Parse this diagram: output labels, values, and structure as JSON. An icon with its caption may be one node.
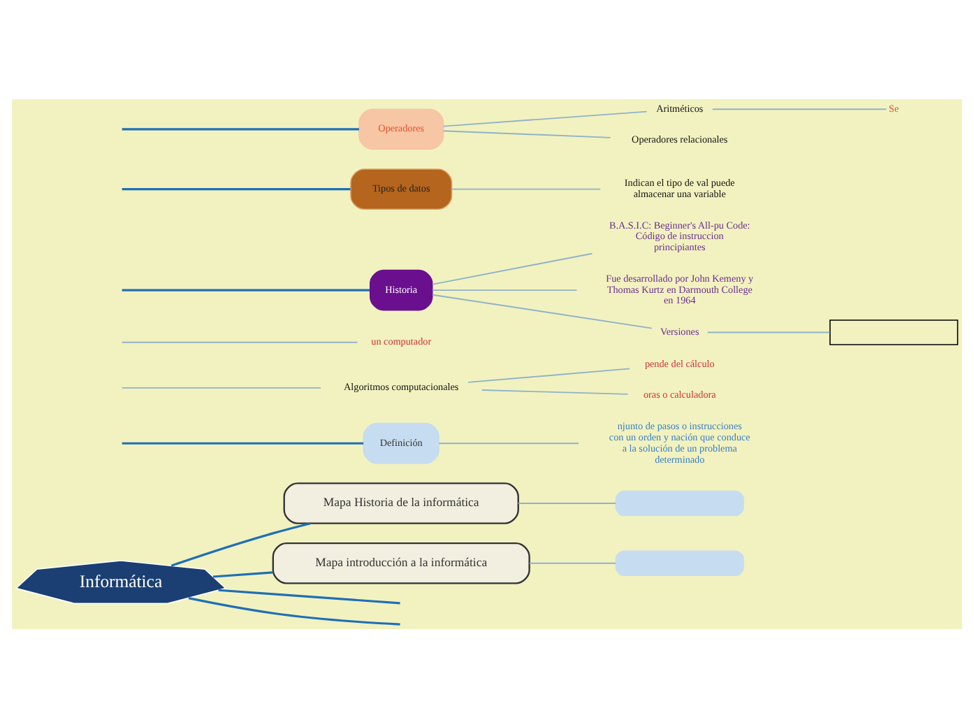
{
  "diagram": {
    "nodes": [
      {
        "text": [
          "Informática"
        ]
      },
      {
        "text": [
          "Mapa Historia de la informática"
        ]
      },
      {
        "text": [],
        "shape": "box"
      },
      {
        "text": [
          "Mapa introducción a la informática"
        ]
      },
      {
        "text": [],
        "shape": "box"
      },
      {
        "text": [
          "Definición"
        ]
      },
      {
        "text": [
          "njunto de pasos o instrucciones con un orden y nación que conduce a la solución de un problema determinado"
        ]
      },
      {
        "text": [
          "Algoritmos computacionales"
        ]
      },
      {
        "text": [
          "pende del cálculo"
        ]
      },
      {
        "text": [
          "oras o calculadora"
        ]
      },
      {
        "text": [
          "un computador"
        ]
      },
      {
        "text": [
          "Historia"
        ]
      },
      {
        "text": [
          "B.A.S.I.C: Beginner's All-pu Code: Código de instruccion principiantes"
        ]
      },
      {
        "text": [
          "Fue desarrollado por John Kemeny y Thomas Kurtz en Darmouth College en 1964"
        ]
      },
      {
        "text": [
          "Versiones"
        ]
      },
      {
        "text": [],
        "shape": "box"
      },
      {
        "text": [
          "Tipos de datos"
        ]
      },
      {
        "text": [
          "Indican el tipo de val puede almacenar una variable"
        ]
      },
      {
        "text": [
          "Operadores"
        ]
      },
      {
        "text": [
          "Aritméticos"
        ]
      },
      {
        "text": [
          "Se"
        ]
      },
      {
        "text": [
          "Operadores relacionales"
        ]
      }
    ],
    "edges": [
      {
        "from": 0,
        "to": 1,
        "arrow": "none",
        "color": "#1f6fb5"
      },
      {
        "from": 0,
        "to": 3,
        "arrow": "none",
        "color": "#1f6fb5"
      },
      {
        "from": 0,
        "to": null,
        "arrow": "none",
        "color": "#1f6fb5"
      },
      {
        "from": 0,
        "to": null,
        "arrow": "none",
        "color": "#1f6fb5"
      },
      {
        "from": 1,
        "to": 2,
        "arrow": "none"
      },
      {
        "from": 3,
        "to": 4,
        "arrow": "none"
      },
      {
        "from": null,
        "to": 5,
        "arrow": "none",
        "color": "#1f6fb5"
      },
      {
        "from": 5,
        "to": 6,
        "arrow": "none"
      },
      {
        "from": null,
        "to": 7,
        "arrow": "none"
      },
      {
        "from": 7,
        "to": 8,
        "arrow": "none"
      },
      {
        "from": 7,
        "to": 9,
        "arrow": "none"
      },
      {
        "from": null,
        "to": 10,
        "arrow": "none"
      },
      {
        "from": null,
        "to": 11,
        "arrow": "none",
        "color": "#1f6fb5"
      },
      {
        "from": 11,
        "to": 12,
        "arrow": "none"
      },
      {
        "from": 11,
        "to": 13,
        "arrow": "none"
      },
      {
        "from": 11,
        "to": 14,
        "arrow": "none"
      },
      {
        "from": 14,
        "to": 15,
        "arrow": "none"
      },
      {
        "from": null,
        "to": 16,
        "arrow": "none",
        "color": "#1f6fb5"
      },
      {
        "from": 16,
        "to": 17,
        "arrow": "none"
      },
      {
        "from": null,
        "to": 18,
        "arrow": "none",
        "color": "#1f6fb5"
      },
      {
        "from": 18,
        "to": 19,
        "arrow": "none"
      },
      {
        "from": 18,
        "to": 21,
        "arrow": "none"
      },
      {
        "from": 19,
        "to": 20,
        "arrow": "none"
      }
    ]
  }
}
